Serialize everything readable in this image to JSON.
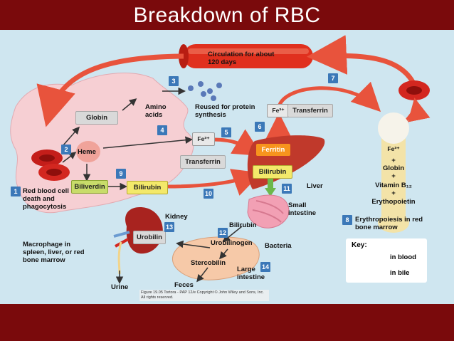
{
  "title": "Breakdown of RBC",
  "labels": {
    "circulation": "Circulation for about 120 days",
    "globin": "Globin",
    "amino_acids": "Amino acids",
    "reused": "Reused for protein synthesis",
    "heme": "Heme",
    "fe_top": "Fe³⁺",
    "transferrin_top": "Transferrin",
    "fe_mid": "Fe³⁺",
    "transferrin_mid": "Transferrin",
    "ferritin": "Ferritin",
    "biliverdin": "Biliverdin",
    "bilirubin_left": "Bilirubin",
    "bilirubin_liver": "Bilirubin",
    "liver": "Liver",
    "red_blood_cell_death": "Red blood cell death and phagocytosis",
    "small_intestine": "Small intestine",
    "fe_bone": "Fe³⁺",
    "bone_list": [
      "+",
      "Globin",
      "+",
      "Vitamin B₁₂",
      "+",
      "Erythopoietin"
    ],
    "erythropoiesis": "Erythropoiesis in red bone marrow",
    "kidney": "Kidney",
    "bilirubin_intestine": "Bilirubin",
    "urobilin": "Urobilin",
    "urobilinogen": "Urobilinogen",
    "bacteria": "Bacteria",
    "macrophage": "Macrophage in spleen, liver, or red bone marrow",
    "stercobilin": "Stercobilin",
    "large_intestine": "Large intestine",
    "urine": "Urine",
    "feces": "Feces"
  },
  "steps": [
    "1",
    "2",
    "3",
    "4",
    "5",
    "6",
    "7",
    "8",
    "9",
    "10",
    "11",
    "12",
    "13",
    "14"
  ],
  "key": {
    "title": "Key:",
    "blood": "in blood",
    "bile": "in bile"
  },
  "credit": "Figure 19.05 Tortora - PAP 12/e Copyright © John Wiley and Sons, Inc. All rights reserved.",
  "colors": {
    "frame": "#7a0a0c",
    "panel": "#cfe6f0",
    "blood_arrow": "#e8533c",
    "bile_arrow": "#6cb84a",
    "step_badge": "#3b78b8",
    "macrophage": "#f6cfd3"
  }
}
